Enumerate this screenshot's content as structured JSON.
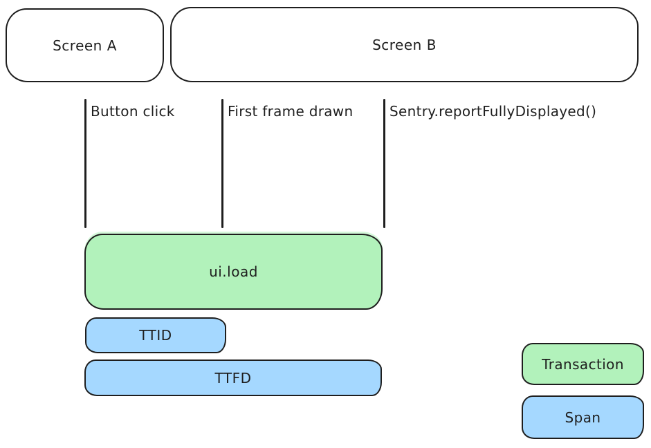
{
  "colors": {
    "stroke": "#1e1e1e",
    "background": "#ffffff",
    "transaction_fill": "#b2f2bb",
    "span_fill": "#a5d8ff"
  },
  "screens": [
    {
      "label": "Screen A"
    },
    {
      "label": "Screen B"
    }
  ],
  "events": [
    {
      "label": "Button click"
    },
    {
      "label": "First frame drawn"
    },
    {
      "label": "Sentry.reportFullyDisplayed()"
    }
  ],
  "bars": [
    {
      "label": "ui.load",
      "kind": "transaction"
    },
    {
      "label": "TTID",
      "kind": "span"
    },
    {
      "label": "TTFD",
      "kind": "span"
    }
  ],
  "legend": [
    {
      "label": "Transaction",
      "kind": "transaction"
    },
    {
      "label": "Span",
      "kind": "span"
    }
  ]
}
